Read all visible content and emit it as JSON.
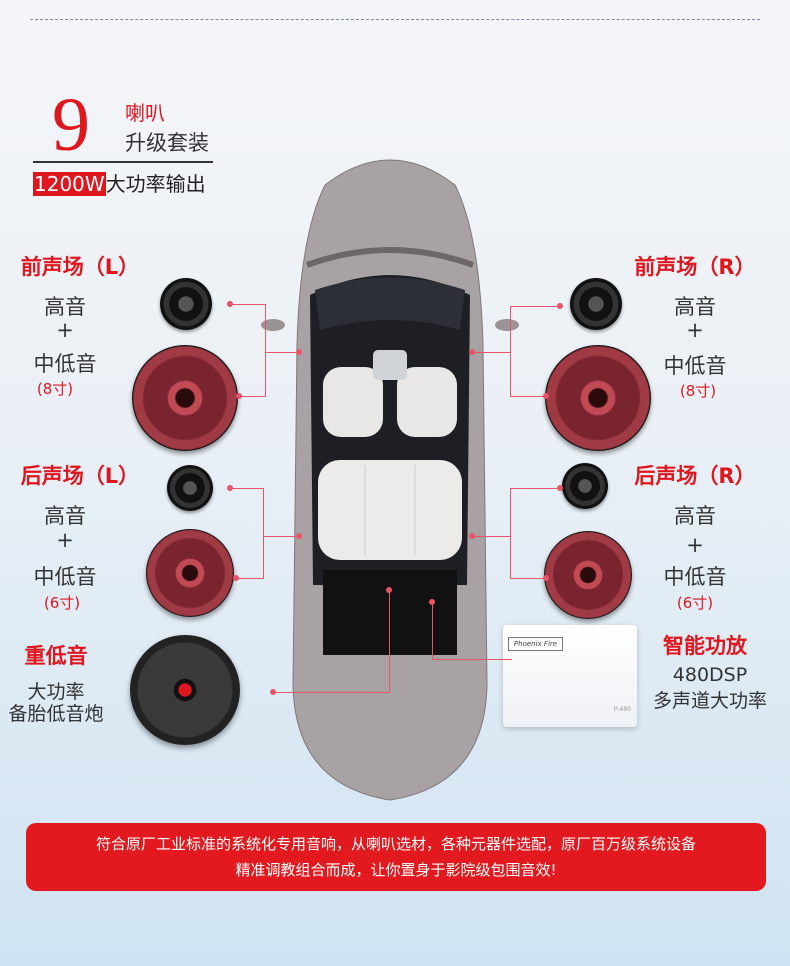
{
  "header": {
    "count": "9",
    "line1": "喇叭",
    "line2": "升级套装",
    "power_highlight": "1200W",
    "power_text": "大功率输出"
  },
  "front_left": {
    "title": "前声场（L）",
    "tweeter": "高音",
    "plus": "+",
    "woofer": "中低音",
    "size": "(8寸)"
  },
  "front_right": {
    "title": "前声场（R）",
    "tweeter": "高音",
    "plus": "+",
    "woofer": "中低音",
    "size": "(8寸)"
  },
  "rear_left": {
    "title": "后声场（L）",
    "tweeter": "高音",
    "plus": "+",
    "woofer": "中低音",
    "size": "(6寸)"
  },
  "rear_right": {
    "title": "后声场（R）",
    "tweeter": "高音",
    "plus": "+",
    "woofer": "中低音",
    "size": "(6寸)"
  },
  "subwoofer": {
    "title": "重低音",
    "line1": "大功率",
    "line2": "备胎低音炮"
  },
  "amplifier": {
    "title": "智能功放",
    "model": "480DSP",
    "desc": "多声道大功率"
  },
  "banner": {
    "line1": "符合原厂工业标准的系统化专用音响，从喇叭选材，各种元器件选配，原厂百万级系统设备",
    "line2": "精准调教组合而成，让你置身于影院级包围音效!"
  }
}
